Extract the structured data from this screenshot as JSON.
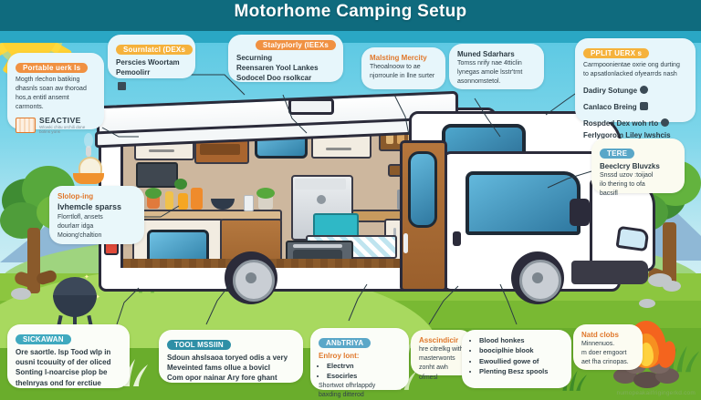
{
  "header": {
    "title": "Motorhome Camping Setup",
    "bar_color": "#0f6b7e",
    "band_color": "#2aa7c4"
  },
  "scene": {
    "sky_color": "#4fc3e0",
    "grass_color": "#8cc63f",
    "sun_color": "#ffd233",
    "rv_body_color": "#ffffff",
    "outline_color": "#2b2b3a"
  },
  "brand": {
    "name": "SEACTIVE",
    "sub": "Wlowki chitu orchili done\nbolins yons"
  },
  "callouts": [
    {
      "id": "portable-work",
      "badge": "Portable uerk ls",
      "badge_color": "#f09142",
      "title": "",
      "text": "Mogth rlechon batiking\ndhasnls soan aw thoroad\nhos,a entitl ansemt carmonts."
    },
    {
      "id": "sunmatch",
      "badge": "Sournlatcl (DEXs",
      "badge_color": "#f5b23c",
      "title": "Perscies Woortam\nPemoolirr",
      "text": ""
    },
    {
      "id": "securing",
      "badge": "Stalyplorly (IEEXs",
      "badge_color": "#f09142",
      "title": "",
      "text": "Securning\nReensaren Yool Lankes\nSodocel Doo rsolkcar"
    },
    {
      "id": "making-mercity",
      "badge": "",
      "badge_color": "",
      "title": "Malsting Mercity",
      "text": "Theoalnoow to ae\nnjorrounle in llne surter"
    },
    {
      "id": "muned-sdorhars",
      "badge": "",
      "badge_color": "",
      "title": "Muned Sdarhars",
      "text": "Tomss nrify nae 4tticlin\nlynegas amole lsstr'trnt\nasonnomstetol."
    },
    {
      "id": "pplit-uerx",
      "badge": "PPLIT UERX s",
      "badge_color": "#f5b23c",
      "title": "",
      "text": "Carmpoonientae oxrie ong durting\nto apsatlonlacked ofyearrds nash",
      "items": [
        "Dadiry Sotunge",
        "Canlaco Breing",
        "Rospded Dex woh rto",
        "Ferlygorom Liley lwshcis"
      ]
    },
    {
      "id": "tere-beeclcry",
      "badge": "TERE",
      "badge_color": "#5aa7c8",
      "title": "Beeclcry Bluvzks",
      "text": "Snssd uzov :toijaol\nilo thering to ofa\nbacsifl"
    },
    {
      "id": "sleeping-vehicle",
      "badge": "",
      "badge_color": "",
      "title": "Slolop-ing",
      "subtitle": "lvhemcle sparss",
      "text": "Florrtlofl, ansets\ndourlarr idga\nMoiong'chaltion"
    },
    {
      "id": "sickawan",
      "badge": "SICKAWAN",
      "badge_color": "#3fa9bf",
      "title": "",
      "text": "Ore saortle. lsp Tood wlp in\nousni tcouuity of der oliced\nSonting l-noarcise plop be\nthelnryas ond for erctiue"
    },
    {
      "id": "tool-mission",
      "badge": "TOOL MSSIIN",
      "badge_color": "#2e8fa6",
      "title": "",
      "text": "Sdoun ahslsaoa toryed odis a very\nMeveinted fams ollue a bovicl\nCom opor nainar Ary fore ghant"
    },
    {
      "id": "anstrita",
      "badge": "ANbTRIYA",
      "badge_color": "#5aa7c8",
      "title": "Enlroy lont:",
      "items": [
        "Electrvn",
        "Esocirles"
      ],
      "text": "Shortwot ofhrlappdy\nbaxding ditterod"
    },
    {
      "id": "associndicir",
      "badge": "",
      "badge_color": "",
      "title": "Asscindicir",
      "text": "hre citrelkg with\nmasterwonts\nzonht awh ofmesl"
    },
    {
      "id": "blood-hankes",
      "badge": "",
      "badge_color": "",
      "title": "",
      "items": [
        "Blood honkes",
        "boociplhie blook",
        "Ewoullied gowe of",
        "Plenting Besz spools"
      ]
    },
    {
      "id": "natd-clobs",
      "badge": "",
      "badge_color": "",
      "title": "Natd clobs",
      "text": "Minnenuos.\nm doer emgoort\naet fha crinopas."
    }
  ],
  "watermark": "numopeakailfrigingerkd.com"
}
